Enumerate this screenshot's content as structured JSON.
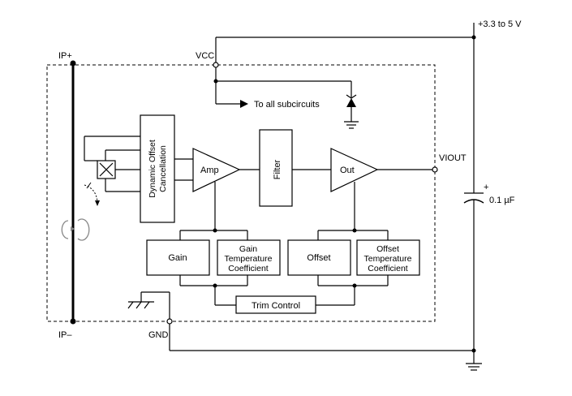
{
  "labels": {
    "supply": "+3.3 to 5 V",
    "vcc": "VCC",
    "ip_plus": "IP+",
    "ip_minus": "IP–",
    "gnd": "GND",
    "viout": "VIOUT",
    "cap": "0.1 µF",
    "cap_plus": "+",
    "to_all": "To all subcircuits"
  },
  "blocks": {
    "dynamic_offset": [
      "Dynamic Offset",
      "Cancellation"
    ],
    "amp": "Amp",
    "filter": "Filter",
    "out": "Out",
    "gain": "Gain",
    "gain_temp": [
      "Gain",
      "Temperature",
      "Coefficient"
    ],
    "offset": "Offset",
    "offset_temp": [
      "Offset",
      "Temperature",
      "Coefficient"
    ],
    "trim": "Trim Control"
  }
}
